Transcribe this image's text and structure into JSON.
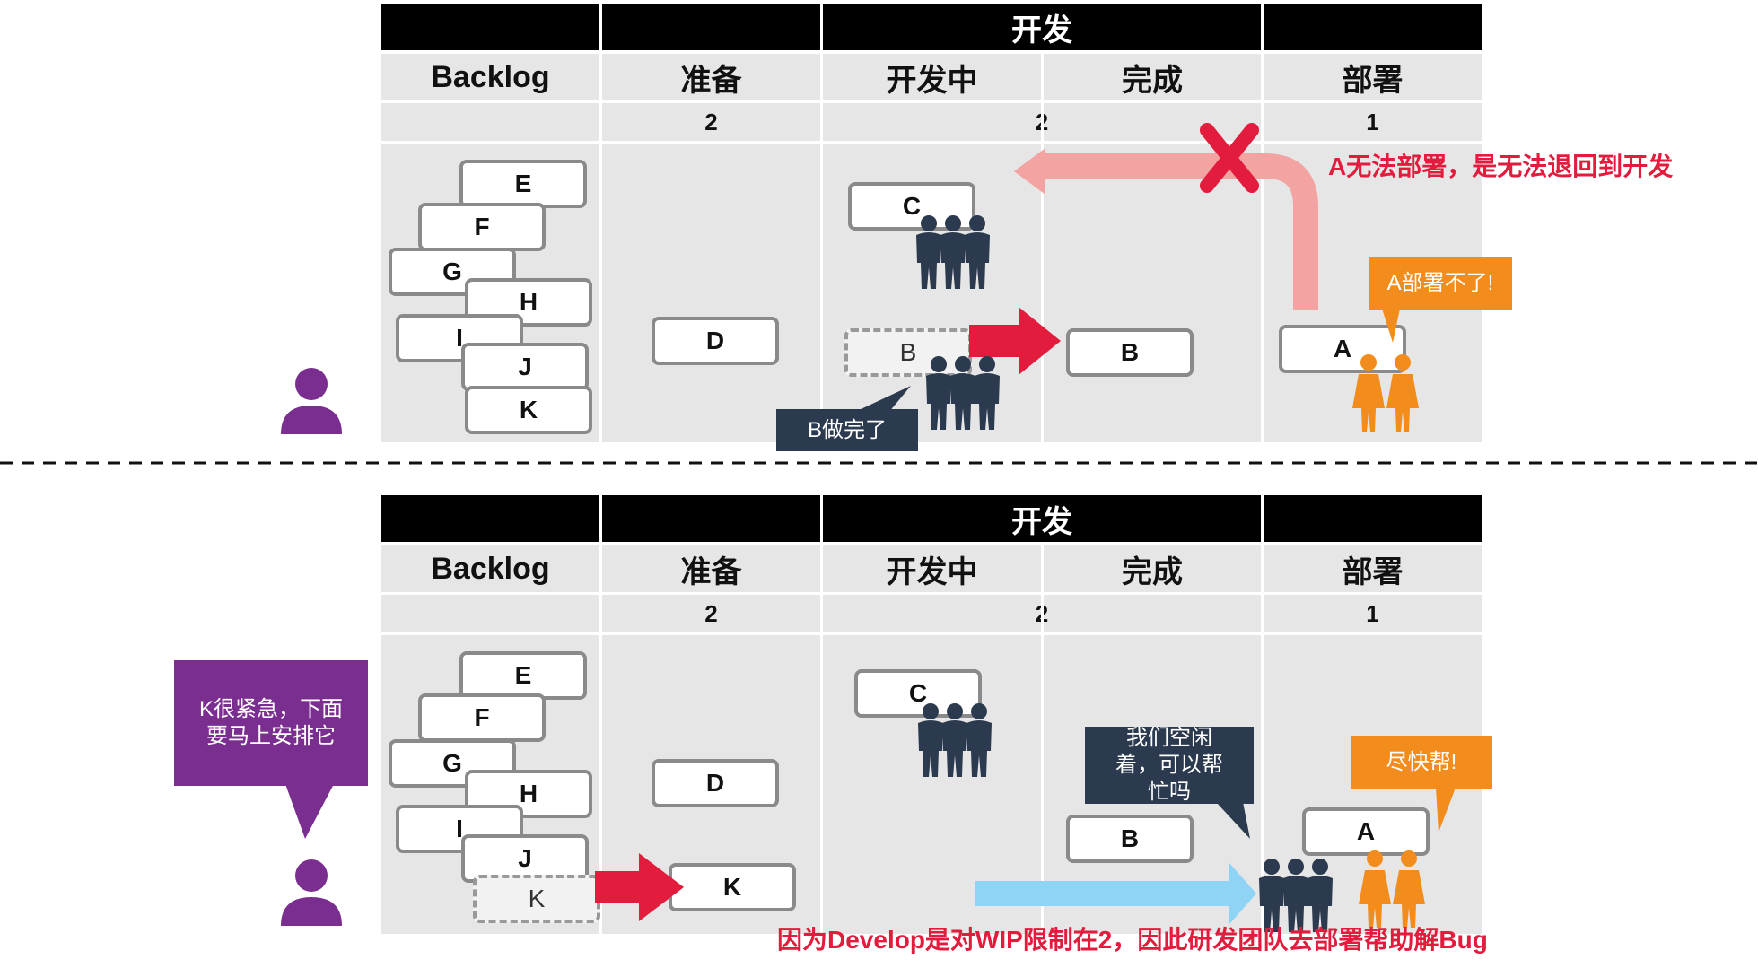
{
  "colors": {
    "header_bg": "#000000",
    "column_bg": "#e6e6e6",
    "card_border": "#8a8a8a",
    "red_arrow": "#e31b3c",
    "blue_arrow": "#8fd3f5",
    "person_navy": "#2b3a4e",
    "person_orange": "#f28c1c",
    "user_purple": "#7a2e8f",
    "note_red": "#e31b3c"
  },
  "board": {
    "group_header": "开发",
    "columns": [
      "Backlog",
      "准备",
      "开发中",
      "完成",
      "部署"
    ],
    "limits": {
      "prep": "2",
      "dev": "2",
      "deploy": "1"
    }
  },
  "top": {
    "backlog_cards": [
      "E",
      "F",
      "G",
      "H",
      "I",
      "J",
      "K"
    ],
    "prep_cards": [
      "D"
    ],
    "dev_cards": [
      "C"
    ],
    "dev_ghost": "B",
    "done_cards": [
      "B"
    ],
    "deploy_cards": [
      "A"
    ],
    "bubble_done": "B做完了",
    "bubble_deploy": "A部署不了!",
    "note": "A无法部署，是无法退回到开发"
  },
  "bottom": {
    "backlog_cards": [
      "E",
      "F",
      "G",
      "H",
      "I",
      "J"
    ],
    "backlog_ghost": "K",
    "prep_cards": [
      "D",
      "K"
    ],
    "dev_cards": [
      "C"
    ],
    "done_cards": [
      "B"
    ],
    "deploy_cards": [
      "A"
    ],
    "bubble_urgent": "K很紧急，下面要马上安排它",
    "bubble_idle": "我们空闲着，可以帮忙吗",
    "bubble_help": "尽快帮!",
    "note": "因为Develop是对WIP限制在2，因此研发团队去部署帮助解Bug"
  }
}
